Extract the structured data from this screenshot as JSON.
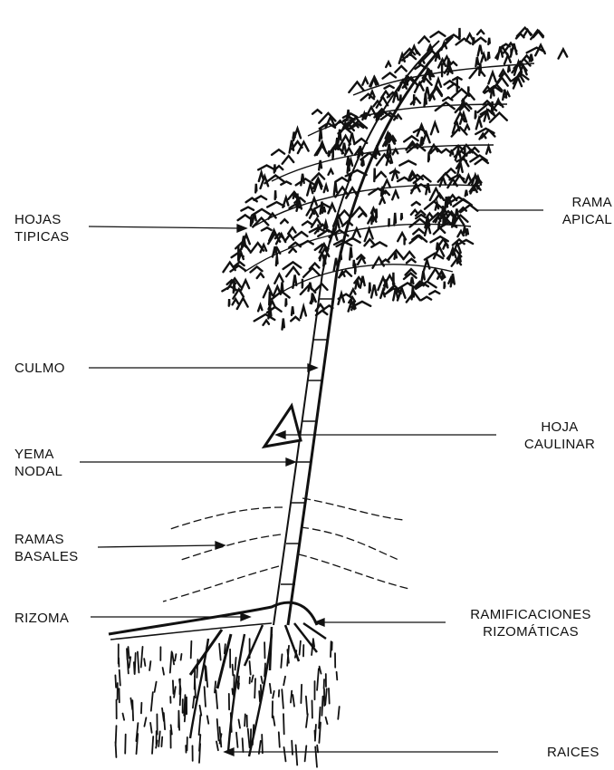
{
  "labels": {
    "hojas_tipicas": [
      "HOJAS",
      "TIPICAS"
    ],
    "rama_apical": [
      "RAMA",
      "APICAL"
    ],
    "culmo": "CULMO",
    "hoja_caulinar": [
      "HOJA",
      "CAULINAR"
    ],
    "yema_nodal": [
      "YEMA",
      "NODAL"
    ],
    "ramas_basales": [
      "RAMAS",
      "BASALES"
    ],
    "rizoma": "RIZOMA",
    "ramificaciones": [
      "RAMIFICACIONES",
      "RIZOMÁTICAS"
    ],
    "raices": "RAICES"
  },
  "colors": {
    "ink": "#111111",
    "paper": "#ffffff"
  }
}
